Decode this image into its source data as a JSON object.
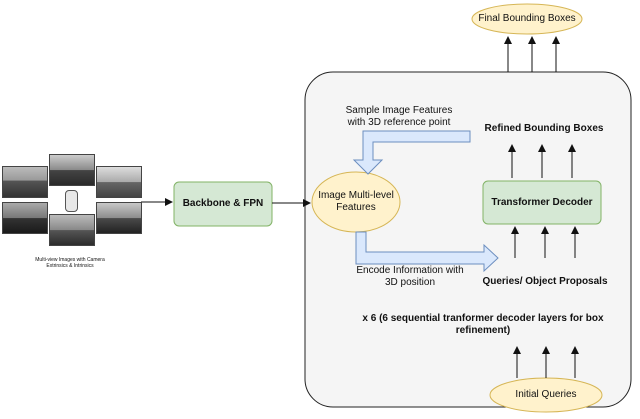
{
  "nodes": {
    "final_boxes": "Final Bounding Boxes",
    "backbone": "Backbone & FPN",
    "image_features": "Image Multi-level Features",
    "transformer_decoder": "Transformer Decoder",
    "initial_queries": "Initial Queries"
  },
  "labels": {
    "sample_features": "Sample Image Features with 3D reference point",
    "refined_boxes": "Refined Bounding Boxes",
    "encode_info": "Encode Information with 3D position",
    "queries": "Queries/ Object Proposals",
    "x6_note": "x 6 (6 sequential tranformer decoder layers for box refinement)",
    "input_caption": "Multi-view Images with Camera Extrinsics & Intrinsics"
  },
  "colors": {
    "node_fill": "#d5e8d4",
    "node_stroke": "#82b366",
    "ellipse_fill": "#fff2cc",
    "ellipse_stroke": "#d6b656",
    "container_fill": "#f5f5f5",
    "container_stroke": "#222222",
    "flow_arrow_fill": "#dae8fc",
    "flow_arrow_stroke": "#6c8ebf"
  }
}
